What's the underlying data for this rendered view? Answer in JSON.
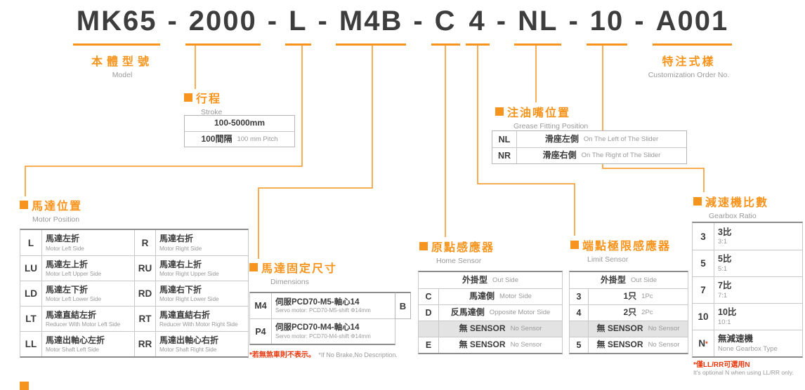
{
  "colors": {
    "accent": "#F7941D",
    "note": "#E8380D",
    "dark": "#3A3A3A",
    "gray": "#9A9A9A"
  },
  "title": {
    "segments": [
      "MK65",
      "2000",
      "L",
      "M4B",
      "C",
      "4",
      "NL",
      "10",
      "A001"
    ],
    "separator": "-"
  },
  "model": {
    "zh": "本體型號",
    "en": "Model"
  },
  "stroke": {
    "zh": "行程",
    "en": "Stroke",
    "range": "100-5000mm",
    "pitch_zh": "100間隔",
    "pitch_en": "100 mm Pitch"
  },
  "customization": {
    "zh": "特注式樣",
    "en": "Customization Order No."
  },
  "grease": {
    "zh": "注油嘴位置",
    "en": "Grease Fitting Position",
    "rows": [
      {
        "code": "NL",
        "zh": "滑座左側",
        "en": "On The Left of The Slider"
      },
      {
        "code": "NR",
        "zh": "滑座右側",
        "en": "On The Right of The Slider"
      }
    ]
  },
  "motor_position": {
    "zh": "馬達位置",
    "en": "Motor Position",
    "rows": [
      {
        "code_l": "L",
        "zh_l": "馬達左折",
        "en_l": "Motor Left Side",
        "code_r": "R",
        "zh_r": "馬達右折",
        "en_r": "Motor Right Side"
      },
      {
        "code_l": "LU",
        "zh_l": "馬達左上折",
        "en_l": "Motor Left Upper Side",
        "code_r": "RU",
        "zh_r": "馬達右上折",
        "en_r": "Motor Right Upper Side"
      },
      {
        "code_l": "LD",
        "zh_l": "馬達左下折",
        "en_l": "Motor Left Lower Side",
        "code_r": "RD",
        "zh_r": "馬達右下折",
        "en_r": "Motor Right Lower Side"
      },
      {
        "code_l": "LT",
        "zh_l": "馬達直結左折",
        "en_l": "Reducer With Motor Left Side",
        "code_r": "RT",
        "zh_r": "馬達直結右折",
        "en_r": "Reducer With Motor Right Side"
      },
      {
        "code_l": "LL",
        "zh_l": "馬達出軸心左折",
        "en_l": "Motor Shaft Left Side",
        "code_r": "RR",
        "zh_r": "馬達出軸心右折",
        "en_r": "Motor Shaft Right Side"
      }
    ]
  },
  "dimensions": {
    "zh": "馬達固定尺寸",
    "en": "Dimensions",
    "rows": [
      {
        "code": "M4",
        "zh": "伺服PCD70-M5-軸心14",
        "en": "Servo motor: PCD70-M5-shift Φ14mm"
      },
      {
        "code": "P4",
        "zh": "伺服PCD70-M4-軸心14",
        "en": "Servo motor: PCD70-M4-shift Φ14mm"
      }
    ],
    "brake": "B",
    "note_zh": "*若無煞車則不表示。",
    "note_en": "*If No Brake,No Description."
  },
  "home_sensor": {
    "zh": "原點感應器",
    "en": "Home Sensor",
    "header_zh": "外掛型",
    "header_en": "Out Side",
    "rows": [
      {
        "code": "C",
        "zh": "馬達側",
        "en": "Motor Side"
      },
      {
        "code": "D",
        "zh": "反馬達側",
        "en": "Opposite Motor Side"
      },
      {
        "code": "",
        "zh": "無 SENSOR",
        "en": "No Sensor"
      },
      {
        "code": "E",
        "zh": "無 SENSOR",
        "en": "No Sensor"
      }
    ]
  },
  "limit_sensor": {
    "zh": "端點極限感應器",
    "en": "Limit Sensor",
    "header_zh": "外掛型",
    "header_en": "Out Side",
    "rows": [
      {
        "code": "3",
        "zh": "1只",
        "en": "1Pc"
      },
      {
        "code": "4",
        "zh": "2只",
        "en": "2Pc"
      },
      {
        "code": "",
        "zh": "無 SENSOR",
        "en": "No Sensor"
      },
      {
        "code": "5",
        "zh": "無 SENSOR",
        "en": "No Sensor"
      }
    ]
  },
  "gearbox": {
    "zh": "減速機比數",
    "en": "Gearbox Ratio",
    "rows": [
      {
        "code": "3",
        "zh": "3比",
        "en": "3:1"
      },
      {
        "code": "5",
        "zh": "5比",
        "en": "5:1"
      },
      {
        "code": "7",
        "zh": "7比",
        "en": "7:1"
      },
      {
        "code": "10",
        "zh": "10比",
        "en": "10:1"
      },
      {
        "code": "N",
        "sup": "*",
        "zh": "無減速機",
        "en": "None Gearbox Type"
      }
    ],
    "note_zh": "*僅LL/RR可選用N",
    "note_en": "It's optional N when using LL/RR only."
  }
}
